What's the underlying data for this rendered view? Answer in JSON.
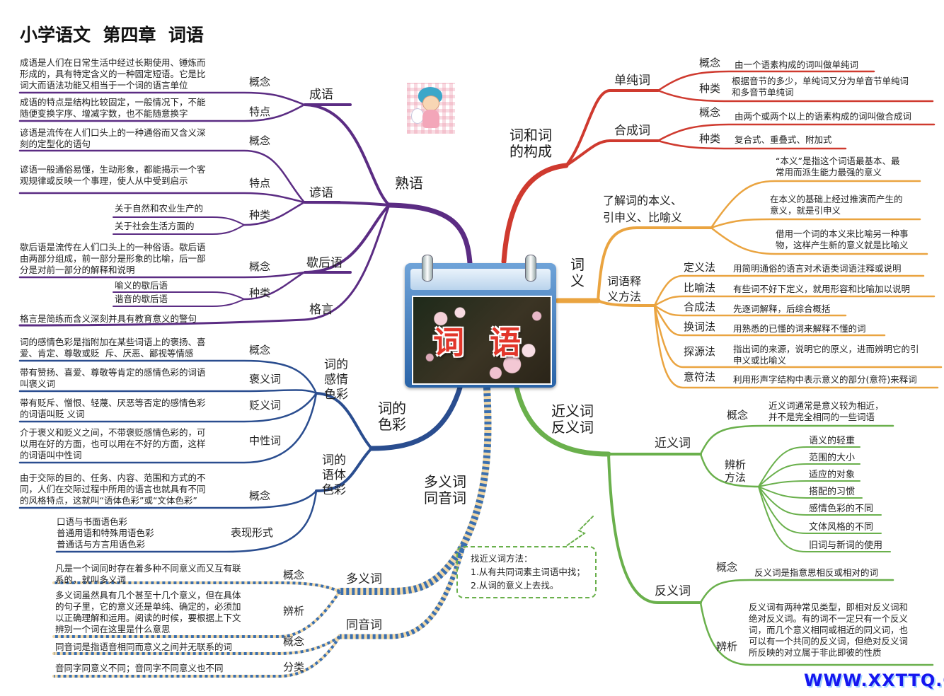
{
  "title": "小学语文  第四章  词语",
  "colors": {
    "purple": "#5b2c83",
    "blue": "#2a4d8f",
    "red": "#cf3a2f",
    "orange": "#eaa440",
    "green": "#6ab04c",
    "ribbon_a": "#3a6fb0",
    "ribbon_b": "#f2d9a8"
  },
  "center": {
    "char1": "词",
    "char2": "语"
  },
  "shuyu": {
    "main": "熟语",
    "chengyu": {
      "label": "成语",
      "gainian_label": "概念",
      "gainian_text": "成语是人们在日常生活中经过长期使用、锤炼而\n形成的，具有特定含义的一种固定短语。它是比\n词大而语法功能又相当于一个词的语言单位",
      "tedian_label": "特点",
      "tedian_text": "成语的特点是结构比较固定，一般情况下，不能\n随便变换字序、增减字数，也不能随意换字"
    },
    "yanyu": {
      "label": "谚语",
      "gainian_label": "概念",
      "gainian_text": "谚语是流传在人们口头上的一种通俗而又含义深\n刻的定型化的语句",
      "tedian_label": "特点",
      "tedian_text": "谚语一般通俗易懂，生动形象，都能揭示一个客\n观规律或反映一个事理，使人从中受到启示",
      "zhonglei_label": "种类",
      "items": [
        "关于自然和农业生产的",
        "关于社会生活方面的"
      ]
    },
    "xiehouyu": {
      "label": "歇后语",
      "gainian_label": "概念",
      "gainian_text": "歇后语是流传在人们口头上的一种俗语。歇后语\n由两部分组成，前一部分是形象的比喻，后一部\n分是对前一部分的解释和说明",
      "zhonglei_label": "种类",
      "items": [
        "喻义的歇后语",
        "谐音的歇后语"
      ]
    },
    "geyan": {
      "label": "格言",
      "text": "格言是简练而含义深刻并具有教育意义的警句"
    }
  },
  "secai": {
    "main": "词的\n色彩",
    "ganqing": {
      "label": "词的\n感情\n色彩",
      "gainian_label": "概念",
      "gainian_text": "词的感情色彩是指附加在某些词语上的褒扬、喜\n爱、肯定、尊敬或贬  斥、厌恶、鄙视等情感",
      "baoyi_label": "褒义词",
      "baoyi_text": "带有赞扬、喜爱、尊敬等肯定的感情色彩的词语\n叫褒义词",
      "bianyi_label": "贬义词",
      "bianyi_text": "带有贬斥、憎恨、轻蔑、厌恶等否定的感情色彩\n的词语叫贬 义词",
      "zhongxing_label": "中性词",
      "zhongxing_text": "介于褒义和贬义之间，不带褒贬感情色彩的，可\n以用在好的方面，也可以用在不好的方面，这样\n的词语叫中性词"
    },
    "yuti": {
      "label": "词的\n语体\n色彩",
      "gainian_label": "概念",
      "gainian_text": "由于交际的目的、任务、内容、范围和方式的不\n同，人们在交际过程中所用的语言也就具有不同\n的风格特点，这就叫“语体色彩”或“文体色彩”",
      "biaoxian_label": "表现形式",
      "biaoxian_text": "口语与书面语色彩\n普通用语和特殊用语色彩\n普通话与方言用语色彩"
    }
  },
  "duoyi": {
    "main": "多义词\n同音词",
    "duoyici": {
      "label": "多义词",
      "gainian_label": "概念",
      "gainian_text": "凡是一个词同时存在着多种不同意义而又互有联\n系的，就叫多义词",
      "bianxi_label": "辨析",
      "bianxi_text": "多义词虽然具有几个甚至十几个意义，但在具体\n的句子里，它的意义还是单纯、确定的，必须加\n以正确理解和运用。阅读的时候，要根据上下文\n辨别一个词在这里是什么意思"
    },
    "tongyinci": {
      "label": "同音词",
      "gainian_label": "概念",
      "gainian_text": "同音词是指语音相同而意义之间并无联系的词",
      "fenlei_label": "分类",
      "fenlei_text": "音同字同意义不同；音同字不同意义也不同"
    }
  },
  "goucheng": {
    "main": "词和词\n的构成",
    "danchun": {
      "label": "单纯词",
      "gainian_label": "概念",
      "gainian_text": "由一个语素构成的词叫做单纯词",
      "zhonglei_label": "种类",
      "zhonglei_text": "根据音节的多少，单纯词又分为单音节单纯词\n和多音节单纯词"
    },
    "hecheng": {
      "label": "合成词",
      "gainian_label": "概念",
      "gainian_text": "由两个或两个以上的语素构成的词叫做合成词",
      "zhonglei_label": "种类",
      "zhonglei_text": "复合式、重叠式、附加式"
    }
  },
  "ciyi": {
    "main": "词\n义",
    "liaojie": {
      "label": "了解词的本义、\n引申义、比喻义",
      "benyi": "“本义”是指这个词语最基本、最\n常用而派生能力最强的意义",
      "yinshenyi": "在本义的基础上经过推演而产生的\n意义，就是引申义",
      "biyuyi": "借用一个词的本义来比喻另一种事\n物，这样产生新的意义就是比喻义"
    },
    "shiyi": {
      "label": "词语释\n义方法",
      "methods": [
        {
          "label": "定义法",
          "text": "用简明通俗的语言对术语类词语注释或说明"
        },
        {
          "label": "比喻法",
          "text": "有些词不好下定义，就用形容和比喻加以说明"
        },
        {
          "label": "合成法",
          "text": "先逐词解释，后综合概括"
        },
        {
          "label": "换词法",
          "text": "用熟悉的已懂的词来解释不懂的词"
        },
        {
          "label": "探源法",
          "text": "指出词的来源，说明它的原义，进而辨明它的引\n申义或比喻义"
        },
        {
          "label": "意符法",
          "text": "利用形声字结构中表示意义的部分(意符)来释词"
        }
      ]
    }
  },
  "jinfan": {
    "main": "近义词\n反义词",
    "jinyi": {
      "label": "近义词",
      "gainian_label": "概念",
      "gainian_text": "近义词通常是意义较为相近，\n并不是完全相同的一些词语",
      "bianxi_label": "辨析\n方法",
      "items": [
        "语义的轻重",
        "范围的大小",
        "适应的对象",
        "搭配的习惯",
        "感情色彩的不同",
        "文体风格的不同",
        "旧词与新词的使用"
      ]
    },
    "fanyi": {
      "label": "反义词",
      "gainian_label": "概念",
      "gainian_text": "反义词是指意思相反或相对的词",
      "bianxi_label": "辨析",
      "bianxi_text": "反义词有两种常见类型，即相对反义词和\n绝对反义词。有的词不一定只有一个反义\n词，而几个意义相同或相近的同义词，也\n可以有一个共同的反义词，但绝对反义词\n所反映的对立属于非此即彼的性质"
    }
  },
  "callout": {
    "title": "找近义词方法：",
    "line1": "1.从有共同词素主词语中找；",
    "line2": "2.从词的意义上去找。"
  },
  "watermark": "WWW.XXTTQ.COM"
}
